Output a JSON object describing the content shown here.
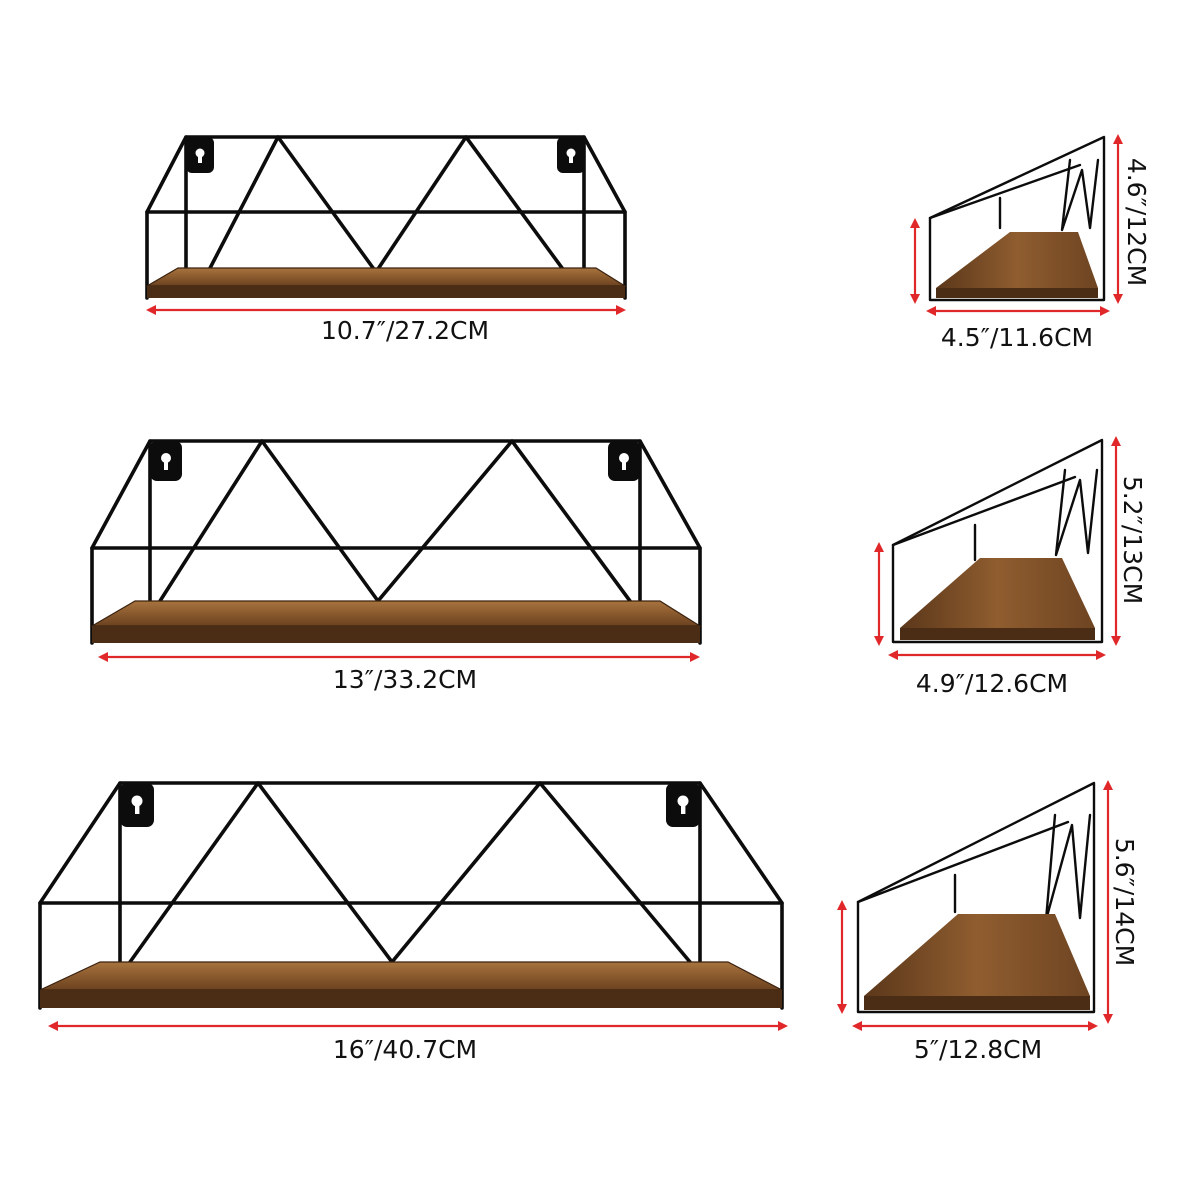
{
  "colors": {
    "wire": "#0c0c0c",
    "wood_dark": "#5b371a",
    "wood_mid": "#8a5a2e",
    "wood_light": "#a8743f",
    "dimension": "#e0282a"
  },
  "shelves": [
    {
      "size": "small",
      "front": {
        "width_label": "10.7″/27.2CM"
      },
      "side": {
        "depth_label": "4.5″/11.6CM",
        "height_label": "4.6″/12CM"
      }
    },
    {
      "size": "medium",
      "front": {
        "width_label": "13″/33.2CM"
      },
      "side": {
        "depth_label": "4.9″/12.6CM",
        "height_label": "5.2″/13CM"
      }
    },
    {
      "size": "large",
      "front": {
        "width_label": "16″/40.7CM"
      },
      "side": {
        "depth_label": "5″/12.8CM",
        "height_label": "5.6″/14CM"
      }
    }
  ]
}
